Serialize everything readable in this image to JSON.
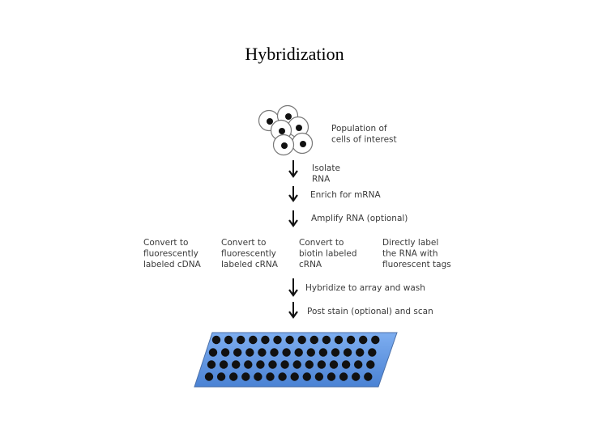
{
  "title": "Hybridization",
  "cells_label": [
    "Population of",
    "cells of interest"
  ],
  "steps": {
    "isolate": [
      "Isolate",
      "RNA"
    ],
    "enrich": [
      "Enrich for mRNA"
    ],
    "amplify": [
      "Amplify RNA (optional)"
    ],
    "hybridize": [
      "Hybridize to array and wash"
    ],
    "post_stain": [
      "Post stain (optional) and scan"
    ]
  },
  "options": [
    [
      "Convert to",
      "fluorescently",
      "labeled cDNA"
    ],
    [
      "Convert to",
      "fluorescently",
      "labeled cRNA"
    ],
    [
      "Convert to",
      "biotin labeled",
      "cRNA"
    ],
    [
      "Directly label",
      "the RNA with",
      "fluorescent tags"
    ]
  ],
  "array": {
    "rows": 4,
    "columns": 14,
    "fill_color": "#5b93e0",
    "spot_color": "#111111"
  },
  "colors": {
    "arrow": "#111111",
    "text": "#3a3a3a",
    "cell_nucleus": "#111111"
  }
}
